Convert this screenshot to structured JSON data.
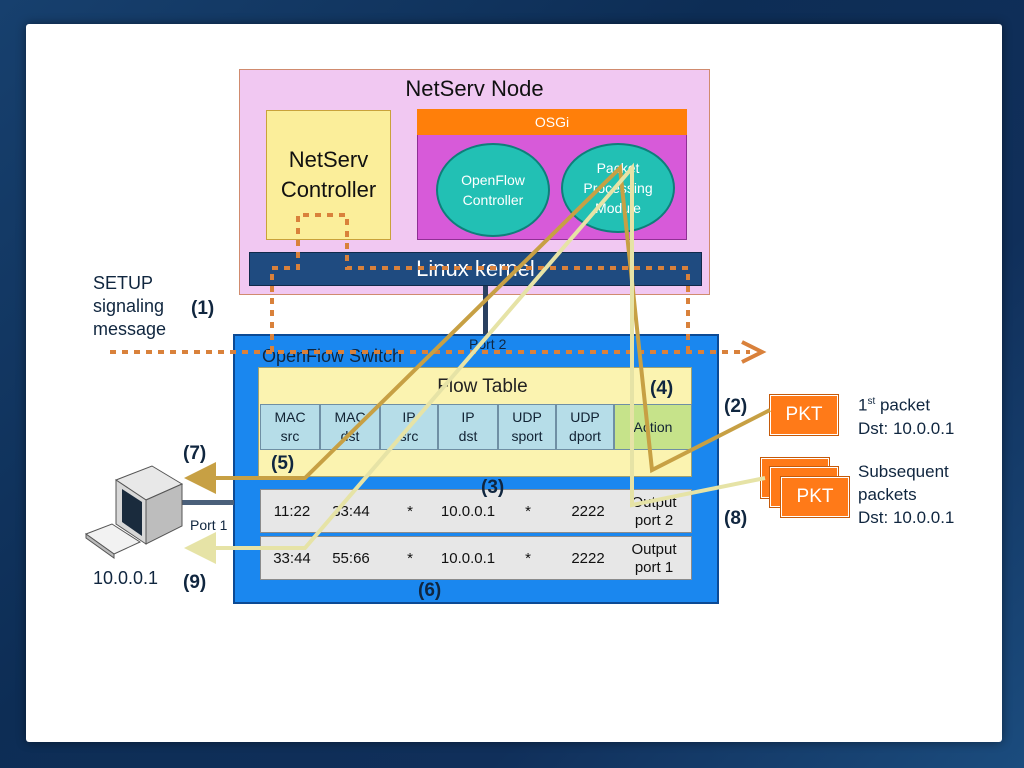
{
  "node": {
    "title": "NetServ Node"
  },
  "controller": {
    "line1": "NetServ",
    "line2": "Controller"
  },
  "osgi": {
    "label": "OSGi",
    "openflow_controller": {
      "line1": "OpenFlow",
      "line2": "Controller"
    },
    "packet_processing_module": {
      "line1": "Packet",
      "line2": "Processing",
      "line3": "Module"
    }
  },
  "kernel": {
    "label": "Linux kernel"
  },
  "switch": {
    "title": "OpenFlow Switch",
    "port2": "Port 2",
    "port1": "Port 1",
    "flow_table": {
      "title": "Flow Table",
      "headers": [
        {
          "line1": "MAC",
          "line2": "src"
        },
        {
          "line1": "MAC",
          "line2": "dst"
        },
        {
          "line1": "IP",
          "line2": "src"
        },
        {
          "line1": "IP",
          "line2": "dst"
        },
        {
          "line1": "UDP",
          "line2": "sport"
        },
        {
          "line1": "UDP",
          "line2": "dport"
        },
        {
          "line1": "Action",
          "line2": ""
        }
      ],
      "rows": [
        {
          "mac_src": "11:22",
          "mac_dst": "33:44",
          "ip_src": "*",
          "ip_dst": "10.0.0.1",
          "udp_sport": "*",
          "udp_dport": "2222",
          "action_line1": "Output",
          "action_line2": "port 2"
        },
        {
          "mac_src": "33:44",
          "mac_dst": "55:66",
          "ip_src": "*",
          "ip_dst": "10.0.0.1",
          "udp_sport": "*",
          "udp_dport": "2222",
          "action_line1": "Output",
          "action_line2": "port 1"
        }
      ]
    }
  },
  "setup": {
    "line1": "SETUP",
    "line2": "signaling",
    "line3": "message"
  },
  "steps": {
    "s1": "(1)",
    "s2": "(2)",
    "s3": "(3)",
    "s4": "(4)",
    "s5": "(5)",
    "s6": "(6)",
    "s7": "(7)",
    "s8": "(8)",
    "s9": "(9)"
  },
  "packets": {
    "first": {
      "label": "PKT",
      "desc_line1_main": "1",
      "desc_line1_sup": "st",
      "desc_line1_rest": " packet",
      "desc_line2": "Dst: 10.0.0.1"
    },
    "subsequent": {
      "label": "PKT",
      "desc_line1": "Subsequent",
      "desc_line2": "packets",
      "desc_line3": "Dst: 10.0.0.1"
    }
  },
  "host": {
    "ip": "10.0.0.1"
  },
  "colors": {
    "node_bg": "#f1c8f2",
    "controller_bg": "#fbee9a",
    "osgi_bar": "#ff7f0a",
    "osgi_bg": "#d75ad9",
    "ellipse": "#22c0b4",
    "kernel_bar": "#1f4b80",
    "switch_bg": "#1a87ef",
    "flow_table_bg": "#fbf3b0",
    "header_bg": "#b6dde8",
    "action_bg": "#c6e38a",
    "pkt": "#ff7a18",
    "setup_arrow": "#d9813b",
    "path_brown": "#c7a044",
    "path_light": "#e6e3a6"
  }
}
